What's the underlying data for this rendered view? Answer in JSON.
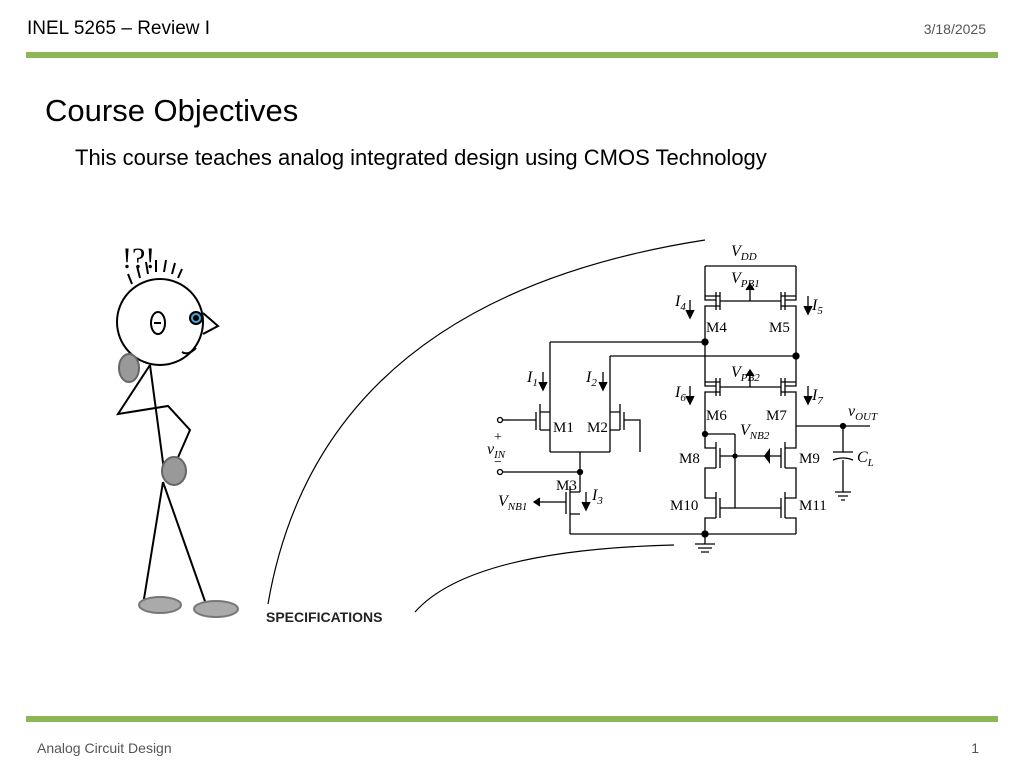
{
  "header": {
    "title": "INEL 5265 – Review I",
    "date": "3/18/2025"
  },
  "slide": {
    "title": "Course Objectives",
    "subtitle": "This course teaches analog integrated design using CMOS Technology"
  },
  "figure": {
    "thought": "!?!",
    "specifications": "SPECIFICATIONS",
    "labels": {
      "vdd": "V",
      "vdd_sub": "DD",
      "vpb1": "V",
      "vpb1_sub": "PB1",
      "vpb2": "V",
      "vpb2_sub": "PB2",
      "vnb1": "V",
      "vnb1_sub": "NB1",
      "vnb2": "V",
      "vnb2_sub": "NB2",
      "vin": "v",
      "vin_sub": "IN",
      "vout": "v",
      "vout_sub": "OUT",
      "cl": "C",
      "cl_sub": "L",
      "i1": "I",
      "i1_sub": "1",
      "i2": "I",
      "i2_sub": "2",
      "i3": "I",
      "i3_sub": "3",
      "i4": "I",
      "i4_sub": "4",
      "i5": "I",
      "i5_sub": "5",
      "i6": "I",
      "i6_sub": "6",
      "i7": "I",
      "i7_sub": "7",
      "plus": "+",
      "minus": "−",
      "m1": "M1",
      "m2": "M2",
      "m3": "M3",
      "m4": "M4",
      "m5": "M5",
      "m6": "M6",
      "m7": "M7",
      "m8": "M8",
      "m9": "M9",
      "m10": "M10",
      "m11": "M11"
    }
  },
  "footer": {
    "left": "Analog Circuit Design",
    "page": "1"
  },
  "colors": {
    "accent_rule": "#8db654",
    "text_muted": "#555555"
  }
}
